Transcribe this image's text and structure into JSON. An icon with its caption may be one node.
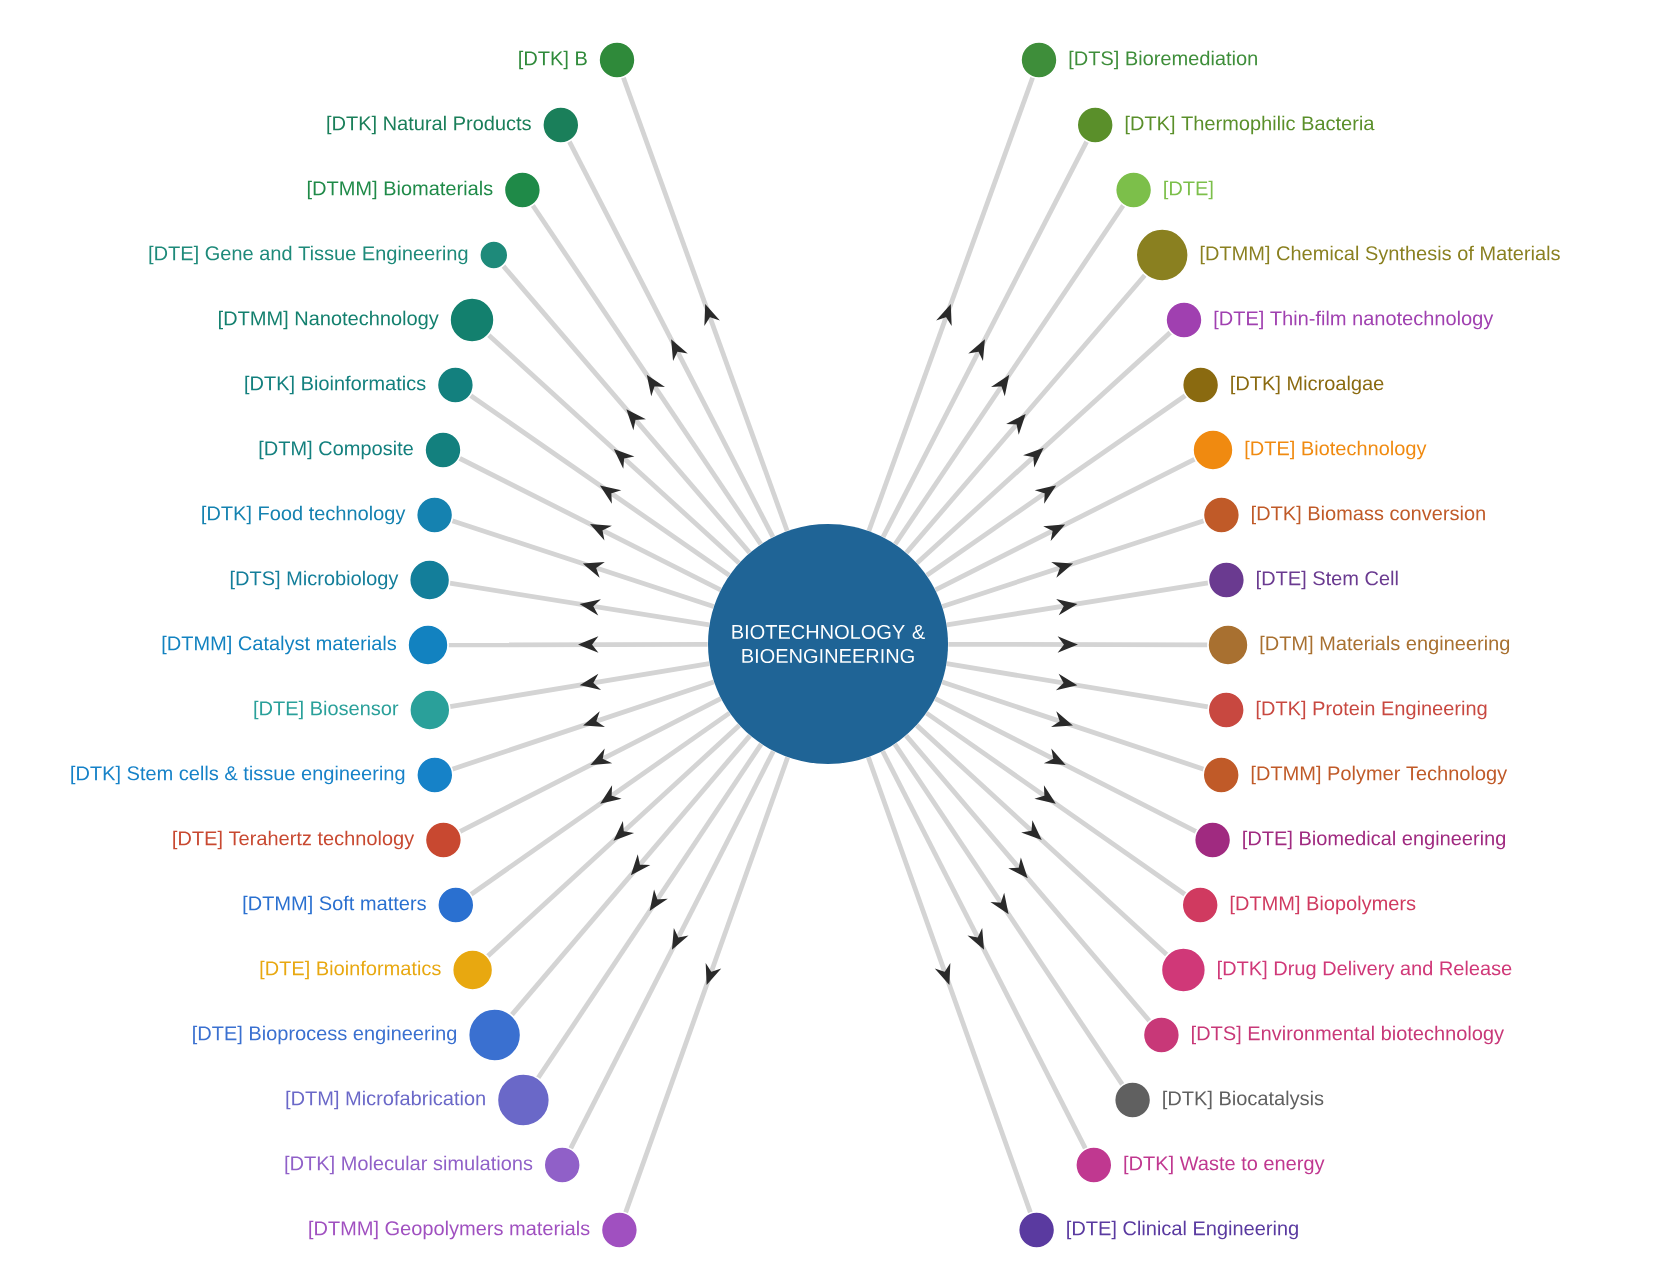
{
  "diagram": {
    "nodes": [
      {
        "text": [
          "BIOTECHNOLOGY & BIOENGINEERING"
        ]
      },
      {
        "text": [
          "[DTS] Bioremediation"
        ]
      },
      {
        "text": [
          "[DTMM] Biomaterials"
        ]
      },
      {
        "text": [
          "[DTK] B"
        ]
      },
      {
        "text": [
          "[DTK] Thermophilic Bacteria"
        ]
      },
      {
        "text": [
          "[DTMM] Chemical Synthesis of Materials"
        ]
      },
      {
        "text": [
          "[DTMM] Nanotechnology"
        ]
      },
      {
        "text": [
          "[DTK] Natural Products"
        ]
      },
      {
        "text": [
          "[DTE] Gene and Tissue Engineering"
        ]
      },
      {
        "text": [
          "[DTE]"
        ]
      },
      {
        "text": [
          "[DTK] Microalgae"
        ]
      },
      {
        "text": [
          "[DTE] Thin-film nanotechnology"
        ]
      },
      {
        "text": [
          "[DTK] Biomass conversion"
        ]
      },
      {
        "text": [
          "[DTM] Composite"
        ]
      },
      {
        "text": [
          "[DTK] Bioinformatics"
        ]
      },
      {
        "text": [
          "[DTS] Microbiology"
        ]
      },
      {
        "text": [
          "[DTK] Food technology"
        ]
      },
      {
        "text": [
          "[DTE] Biotechnology"
        ]
      },
      {
        "text": [
          "[DTE] Stem Cell"
        ]
      },
      {
        "text": [
          "[DTM] Materials engineering"
        ]
      },
      {
        "text": [
          "[DTMM] Catalyst materials"
        ]
      },
      {
        "text": [
          "[DTE] Biosensor"
        ]
      },
      {
        "text": [
          "[DTK] Protein Engineering"
        ]
      },
      {
        "text": [
          "[DTE] Biomedical engineering"
        ]
      },
      {
        "text": [
          "[DTMM] Polymer Technology"
        ]
      },
      {
        "text": [
          "[DTK] Stem cells & tissue engineering"
        ]
      },
      {
        "text": [
          "[DTE] Terahertz technology"
        ]
      },
      {
        "text": [
          "[DTE] Bioinformatics"
        ]
      },
      {
        "text": [
          "[DTE] Clinical Engineering"
        ]
      },
      {
        "text": [
          "[DTK] Drug Delivery and Release"
        ]
      },
      {
        "text": [
          "[DTMM] Biopolymers"
        ]
      },
      {
        "text": [
          "[DTK] Biocatalysis"
        ]
      },
      {
        "text": [
          "[DTE] Bioprocess engineering"
        ]
      },
      {
        "text": [
          "[DTMM] Soft matters"
        ]
      },
      {
        "text": [
          "[DTK] Molecular simulations"
        ]
      },
      {
        "text": [
          "[DTS] Environmental biotechnology"
        ]
      },
      {
        "text": [
          "[DTM] Microfabrication"
        ]
      },
      {
        "text": [
          "[DTK] Waste to energy"
        ]
      },
      {
        "text": [
          "[DTMM] Geopolymers materials"
        ]
      }
    ],
    "edges": [
      {
        "from": 0,
        "to": 1,
        "arrow": "to"
      },
      {
        "from": 0,
        "to": 2,
        "arrow": "to"
      },
      {
        "from": 0,
        "to": 3,
        "arrow": "to"
      },
      {
        "from": 0,
        "to": 4,
        "arrow": "to"
      },
      {
        "from": 0,
        "to": 5,
        "arrow": "to"
      },
      {
        "from": 0,
        "to": 6,
        "arrow": "to"
      },
      {
        "from": 0,
        "to": 7,
        "arrow": "to"
      },
      {
        "from": 0,
        "to": 8,
        "arrow": "to"
      },
      {
        "from": 0,
        "to": 9,
        "arrow": "to"
      },
      {
        "from": 0,
        "to": 10,
        "arrow": "to"
      },
      {
        "from": 0,
        "to": 11,
        "arrow": "to"
      },
      {
        "from": 0,
        "to": 12,
        "arrow": "to"
      },
      {
        "from": 0,
        "to": 13,
        "arrow": "to"
      },
      {
        "from": 0,
        "to": 14,
        "arrow": "to"
      },
      {
        "from": 0,
        "to": 15,
        "arrow": "to"
      },
      {
        "from": 0,
        "to": 16,
        "arrow": "to"
      },
      {
        "from": 0,
        "to": 17,
        "arrow": "to"
      },
      {
        "from": 0,
        "to": 18,
        "arrow": "to"
      },
      {
        "from": 0,
        "to": 19,
        "arrow": "to"
      },
      {
        "from": 0,
        "to": 20,
        "arrow": "to"
      },
      {
        "from": 0,
        "to": 21,
        "arrow": "to"
      },
      {
        "from": 0,
        "to": 22,
        "arrow": "to"
      },
      {
        "from": 0,
        "to": 23,
        "arrow": "to"
      },
      {
        "from": 0,
        "to": 24,
        "arrow": "to"
      },
      {
        "from": 0,
        "to": 25,
        "arrow": "to"
      },
      {
        "from": 0,
        "to": 26,
        "arrow": "to"
      },
      {
        "from": 0,
        "to": 27,
        "arrow": "to"
      },
      {
        "from": 0,
        "to": 28,
        "arrow": "to"
      },
      {
        "from": 0,
        "to": 29,
        "arrow": "to"
      },
      {
        "from": 0,
        "to": 30,
        "arrow": "to"
      },
      {
        "from": 0,
        "to": 31,
        "arrow": "to"
      },
      {
        "from": 0,
        "to": 32,
        "arrow": "to"
      },
      {
        "from": 0,
        "to": 33,
        "arrow": "to"
      },
      {
        "from": 0,
        "to": 34,
        "arrow": "to"
      },
      {
        "from": 0,
        "to": 35,
        "arrow": "to"
      },
      {
        "from": 0,
        "to": 36,
        "arrow": "to"
      },
      {
        "from": 0,
        "to": 37,
        "arrow": "to"
      },
      {
        "from": 0,
        "to": 38,
        "arrow": "to"
      }
    ]
  }
}
